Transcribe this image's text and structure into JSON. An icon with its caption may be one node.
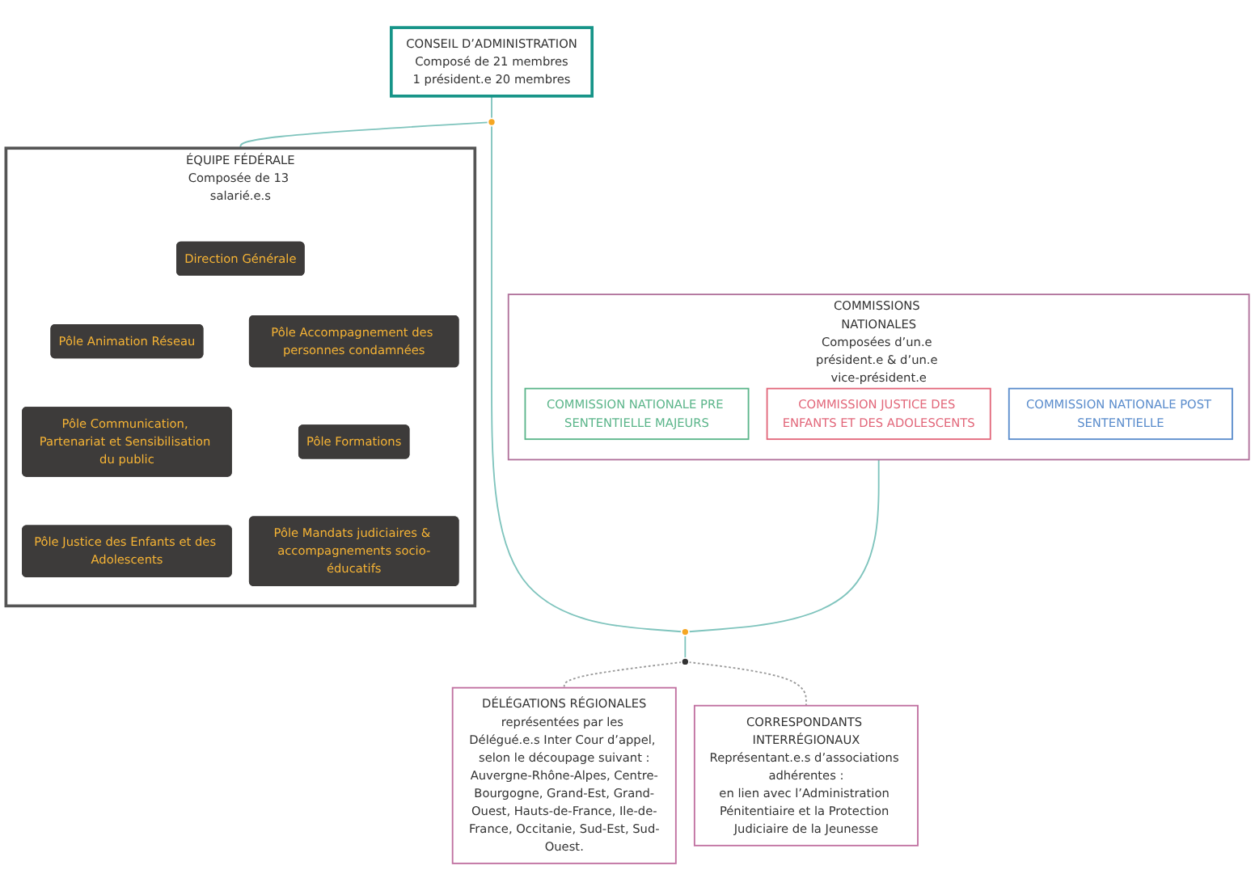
{
  "diagram": {
    "nodes": [
      {
        "text": [
          "CONSEIL D’ADMINISTRATION",
          "Composé de 21 membres",
          "1 président.e 20 membres"
        ]
      },
      {
        "text": [
          "ÉQUIPE FÉDÉRALE",
          "Composée de 13 salarié.e.s"
        ]
      },
      {
        "text": [
          "Direction Générale"
        ],
        "in": 1
      },
      {
        "text": [
          "Pôle Animation Réseau"
        ],
        "in": 1
      },
      {
        "text": [
          "Pôle Accompagnement des personnes condamnées"
        ],
        "in": 1
      },
      {
        "text": [
          "Pôle Communication, Partenariat et Sensibilisation du public"
        ],
        "in": 1
      },
      {
        "text": [
          "Pôle Formations"
        ],
        "in": 1
      },
      {
        "text": [
          "Pôle Justice des Enfants et des Adolescents"
        ],
        "in": 1
      },
      {
        "text": [
          "Pôle Mandats judiciaires & accompagnements socio-éducatifs"
        ],
        "in": 1
      },
      {
        "text": [
          "COMMISSIONS NATIONALES",
          "Composées d’un.e président.e & d’un.e vice-président.e"
        ]
      },
      {
        "text": [
          "COMMISSION NATIONALE PRE SENTENTIELLE MAJEURS"
        ],
        "in": 9
      },
      {
        "text": [
          "COMMISSION JUSTICE DES ENFANTS ET DES ADOLESCENTS"
        ],
        "in": 9
      },
      {
        "text": [
          "COMMISSION NATIONALE POST SENTENTIELLE"
        ],
        "in": 9
      },
      {
        "text": [
          "DÉLÉGATIONS RÉGIONALES",
          "représentées par les Délégué.e.s Inter Cour d’appel, selon le découpage suivant :",
          "Auvergne-Rhône-Alpes, Centre-Bourgogne, Grand-Est, Grand-Ouest, Hauts-de-France, Ile-de-France, Occitanie, Sud-Est, Sud-Ouest."
        ]
      },
      {
        "text": [
          "CORRESPONDANTS INTERRÉGIONAUX",
          "Représentant.e.s d’associations adhérentes :",
          "en lien avec l’Administration Pénitentiaire et la Protection Judiciaire de la Jeunesse"
        ]
      },
      {
        "text": [],
        "shape": "circle"
      },
      {
        "text": [],
        "shape": "circle"
      },
      {
        "text": [],
        "shape": "circle"
      }
    ],
    "edges": [
      {
        "from": 0,
        "to": 15,
        "arrow": "none"
      },
      {
        "from": 15,
        "to": 1,
        "arrow": "none"
      },
      {
        "from": 15,
        "to": 16,
        "arrow": "none"
      },
      {
        "from": 9,
        "to": 16,
        "arrow": "none"
      },
      {
        "from": 16,
        "to": 17,
        "arrow": "none"
      },
      {
        "from": 17,
        "to": 13,
        "arrow": "none",
        "style": "dashed",
        "color": "#999999"
      },
      {
        "from": 17,
        "to": 14,
        "arrow": "none",
        "style": "dashed",
        "color": "#999999"
      }
    ]
  }
}
